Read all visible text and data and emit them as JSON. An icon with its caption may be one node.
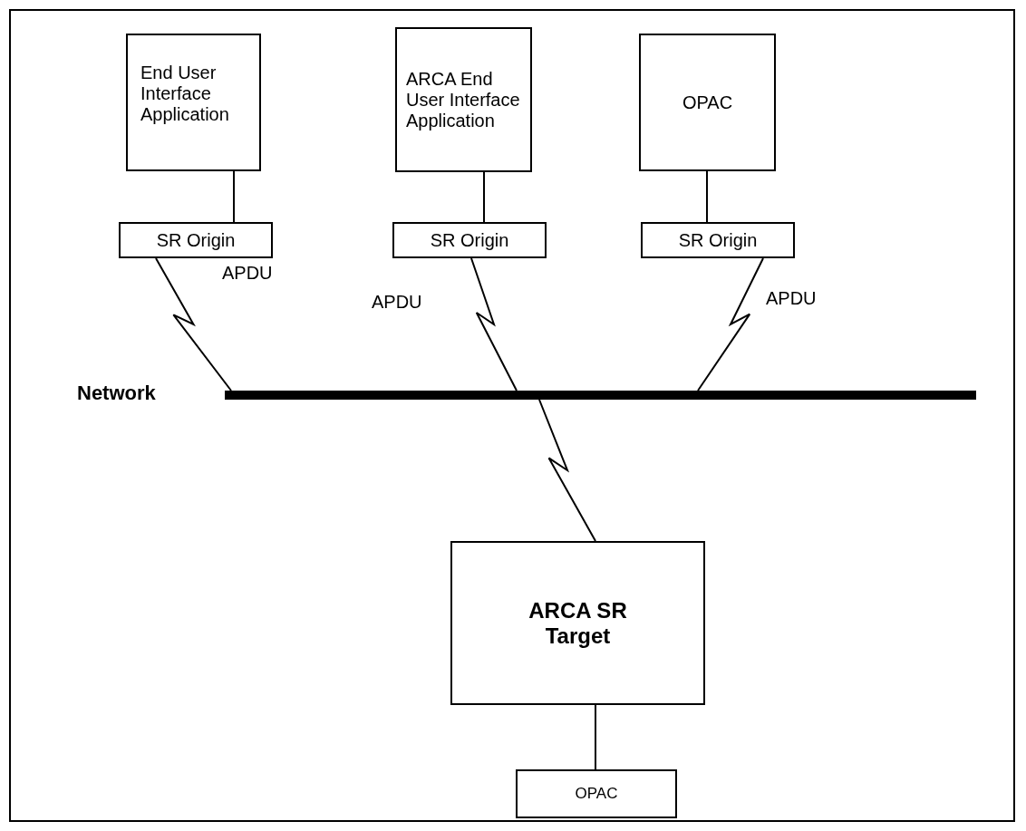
{
  "diagram": {
    "nodes": [
      {
        "text": [
          "End User Interface Application"
        ]
      },
      {
        "text": [
          "ARCA End User Interface Application"
        ]
      },
      {
        "text": [
          "OPAC"
        ]
      },
      {
        "text": [
          "SR Origin"
        ]
      },
      {
        "text": [
          "SR Origin"
        ]
      },
      {
        "text": [
          "SR Origin"
        ]
      },
      {
        "text": [],
        "shape": "bar",
        "beside": [
          "Network"
        ]
      },
      {
        "text": [
          "ARCA SR Target"
        ]
      },
      {
        "text": [
          "OPAC"
        ]
      }
    ],
    "edges": [
      {
        "from": 0,
        "to": 3,
        "arrow": "none"
      },
      {
        "from": 1,
        "to": 4,
        "arrow": "none"
      },
      {
        "from": 2,
        "to": 5,
        "arrow": "none"
      },
      {
        "from": 3,
        "to": 6,
        "arrow": "none",
        "label": "APDU"
      },
      {
        "from": 4,
        "to": 6,
        "arrow": "none",
        "label": "APDU"
      },
      {
        "from": 5,
        "to": 6,
        "arrow": "none",
        "label": "APDU"
      },
      {
        "from": 6,
        "to": 7,
        "arrow": "none"
      },
      {
        "from": 7,
        "to": 8,
        "arrow": "none"
      }
    ]
  }
}
